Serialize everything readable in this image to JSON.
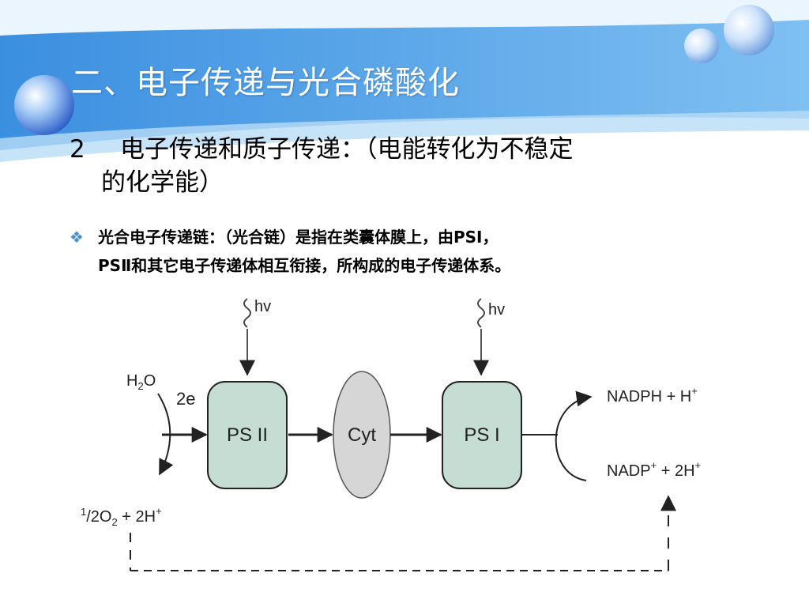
{
  "slide": {
    "title": "二、电子传递与光合磷酸化",
    "point_number": "2",
    "point_text_line1": "电子传递和质子传递：（电能转化为不稳定",
    "point_text_line2": "的化学能）",
    "bullet_line1": "光合电子传递链：（光合链）是指在类囊体膜上，由PSⅠ，",
    "bullet_line2": "PSⅡ和其它电子传递体相互衔接，所构成的电子传递体系。"
  },
  "diagram": {
    "nodes": {
      "ps2": "PS II",
      "cyt": "Cyt",
      "ps1": "PS I"
    },
    "labels": {
      "hv_left": "hv",
      "hv_right": "hv",
      "h2o_h": "H",
      "h2o_sub": "2",
      "h2o_o": "O",
      "two_e": "2e",
      "half_o2_1": "1",
      "half_o2_2": "/2O",
      "half_o2_sub": "2",
      "half_o2_tail": " + 2H",
      "half_o2_sup": "+",
      "nadph": "NADPH + H",
      "nadph_sup": "+",
      "nadp": "NADP",
      "nadp_sup": "+",
      "nadp_tail": " + 2H",
      "nadp_tail_sup": "+"
    },
    "colors": {
      "box_fill": "#c5ddd2",
      "cyt_fill": "#d6d6d6",
      "stroke": "#222222"
    }
  }
}
